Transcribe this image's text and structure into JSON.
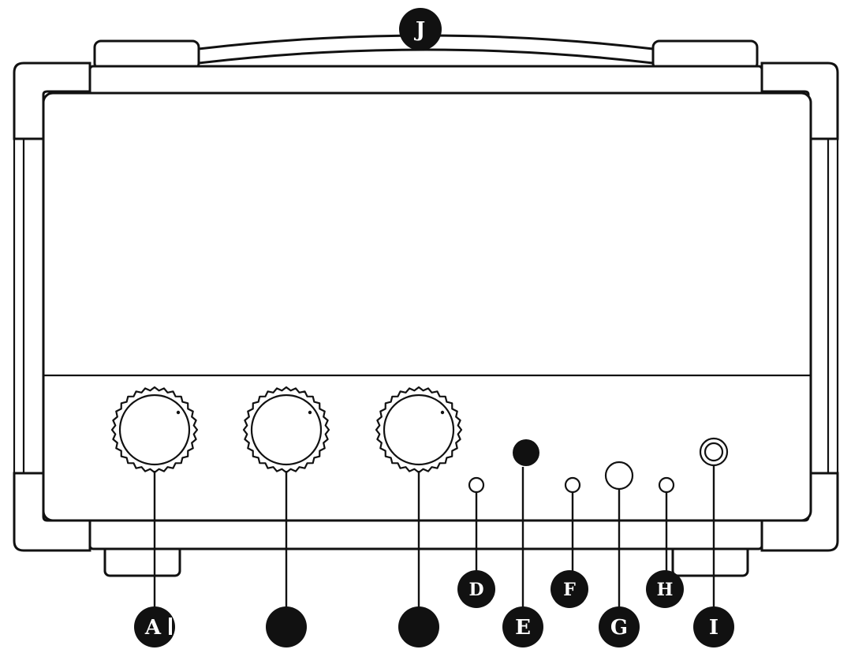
{
  "diagram": {
    "callouts": {
      "A": "A",
      "B": "",
      "C": "",
      "D": "D",
      "E": "E",
      "F": "F",
      "G": "G",
      "H": "H",
      "I": "I",
      "J": "J"
    },
    "colors": {
      "line": "#111111",
      "background": "#ffffff",
      "callout_fill": "#111111",
      "callout_text": "#ffffff"
    }
  }
}
